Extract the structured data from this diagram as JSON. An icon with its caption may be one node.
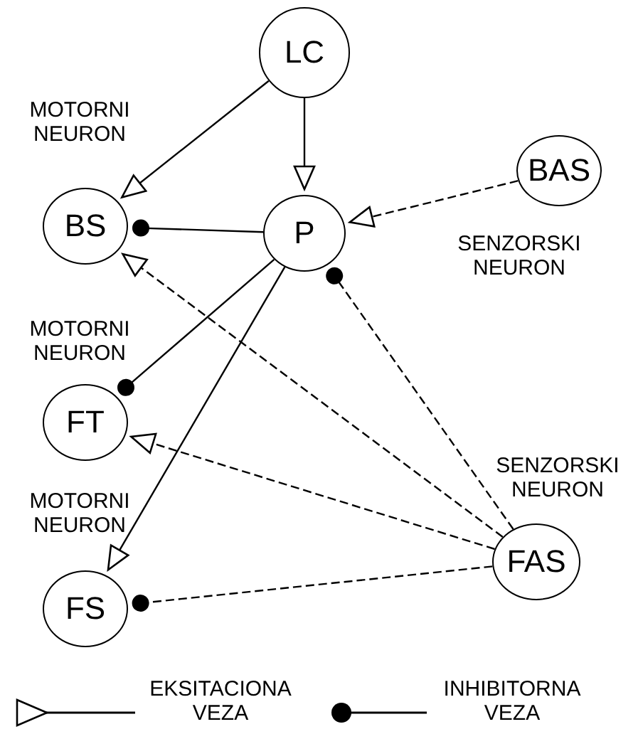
{
  "diagram": {
    "nodes": [
      {
        "text": [
          "LC"
        ]
      },
      {
        "text": [
          "BAS"
        ],
        "beside": [
          "SENZORSKI NEURON"
        ]
      },
      {
        "text": [
          "BS"
        ],
        "beside": [
          "MOTORNI NEURON"
        ]
      },
      {
        "text": [
          "P"
        ]
      },
      {
        "text": [
          "FT"
        ],
        "beside": [
          "MOTORNI NEURON"
        ]
      },
      {
        "text": [
          "FAS"
        ],
        "beside": [
          "SENZORSKI NEURON"
        ]
      },
      {
        "text": [
          "FS"
        ],
        "beside": [
          "MOTORNI NEURON"
        ]
      }
    ],
    "edges": [
      {
        "from": 0,
        "to": 2,
        "arrow": "to"
      },
      {
        "from": 0,
        "to": 3,
        "arrow": "to"
      },
      {
        "from": 3,
        "to": 2,
        "arrow": "other"
      },
      {
        "from": 1,
        "to": 3,
        "arrow": "to",
        "style": "dashed"
      },
      {
        "from": 5,
        "to": 3,
        "arrow": "other",
        "style": "dashed"
      },
      {
        "from": 5,
        "to": 2,
        "arrow": "to",
        "style": "dashed"
      },
      {
        "from": 3,
        "to": 4,
        "arrow": "other"
      },
      {
        "from": 3,
        "to": 6,
        "arrow": "to"
      },
      {
        "from": 5,
        "to": 4,
        "arrow": "to",
        "style": "dashed"
      },
      {
        "from": 5,
        "to": 6,
        "arrow": "other",
        "style": "dashed"
      }
    ],
    "legend": [
      {
        "text": "EKSITACIONA VEZA"
      },
      {
        "text": "INHIBITORNA VEZA"
      }
    ]
  }
}
